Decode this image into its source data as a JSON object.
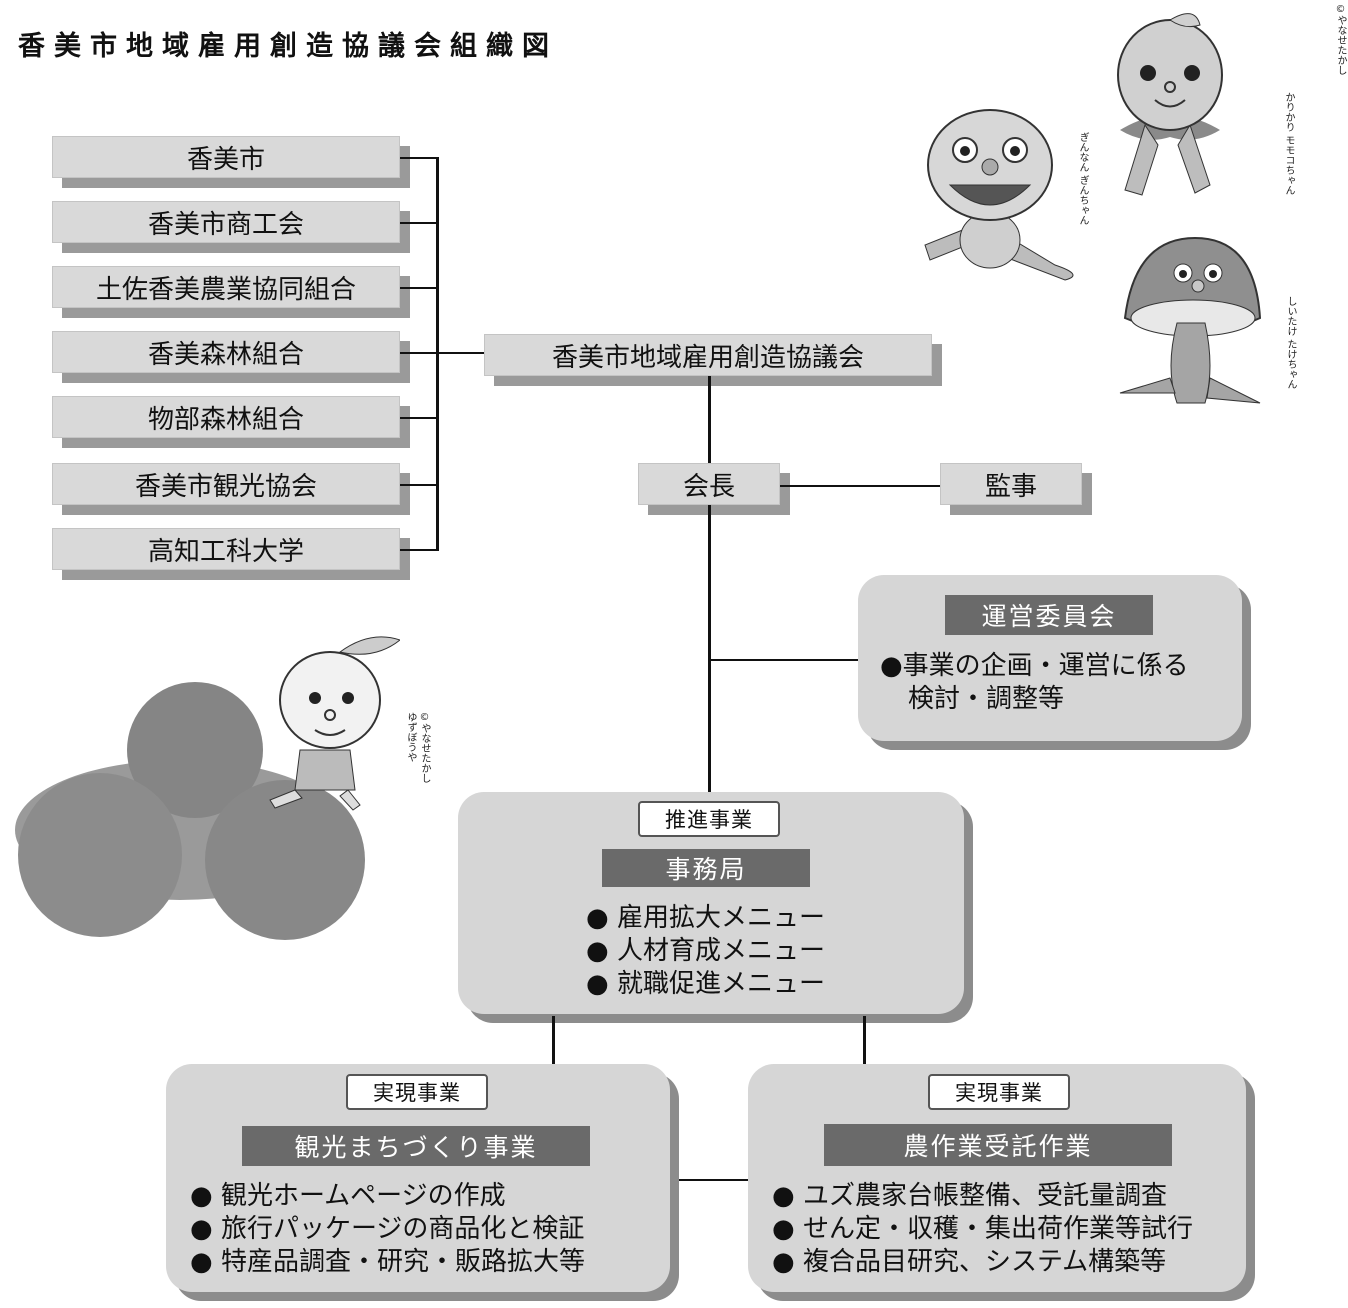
{
  "title": "香美市地域雇用創造協議会組織図",
  "members": [
    "香美市",
    "香美市商工会",
    "土佐香美農業協同組合",
    "香美森林組合",
    "物部森林組合",
    "香美市観光協会",
    "高知工科大学"
  ],
  "council": "香美市地域雇用創造協議会",
  "chairman": "会長",
  "auditor": "監事",
  "steering": {
    "label": "運営委員会",
    "lines": [
      "●事業の企画・運営に係る",
      "検討・調整等"
    ]
  },
  "promotion": {
    "tag": "推進事業",
    "label": "事務局",
    "items": [
      "● 雇用拡大メニュー",
      "● 人材育成メニュー",
      "● 就職促進メニュー"
    ]
  },
  "tourism": {
    "tag": "実現事業",
    "label": "観光まちづくり事業",
    "items": [
      "● 観光ホームページの作成",
      "● 旅行パッケージの商品化と検証",
      "● 特産品調査・研究・販路拡大等"
    ]
  },
  "agri": {
    "tag": "実現事業",
    "label": "農作業受託作業",
    "items": [
      "● ユズ農家台帳整備、受託量調査",
      "● せん定・収穫・集出荷作業等試行",
      "● 複合品目研究、システム構築等"
    ]
  },
  "mascots": {
    "momoko": "かりかり モモコちゃん",
    "ginchan": "ぎんなん ぎんちゃん",
    "takechan": "しいたけ たけちゃん",
    "yuzubouya": "ゆずぼうや",
    "credit": "©やなせたかし"
  }
}
